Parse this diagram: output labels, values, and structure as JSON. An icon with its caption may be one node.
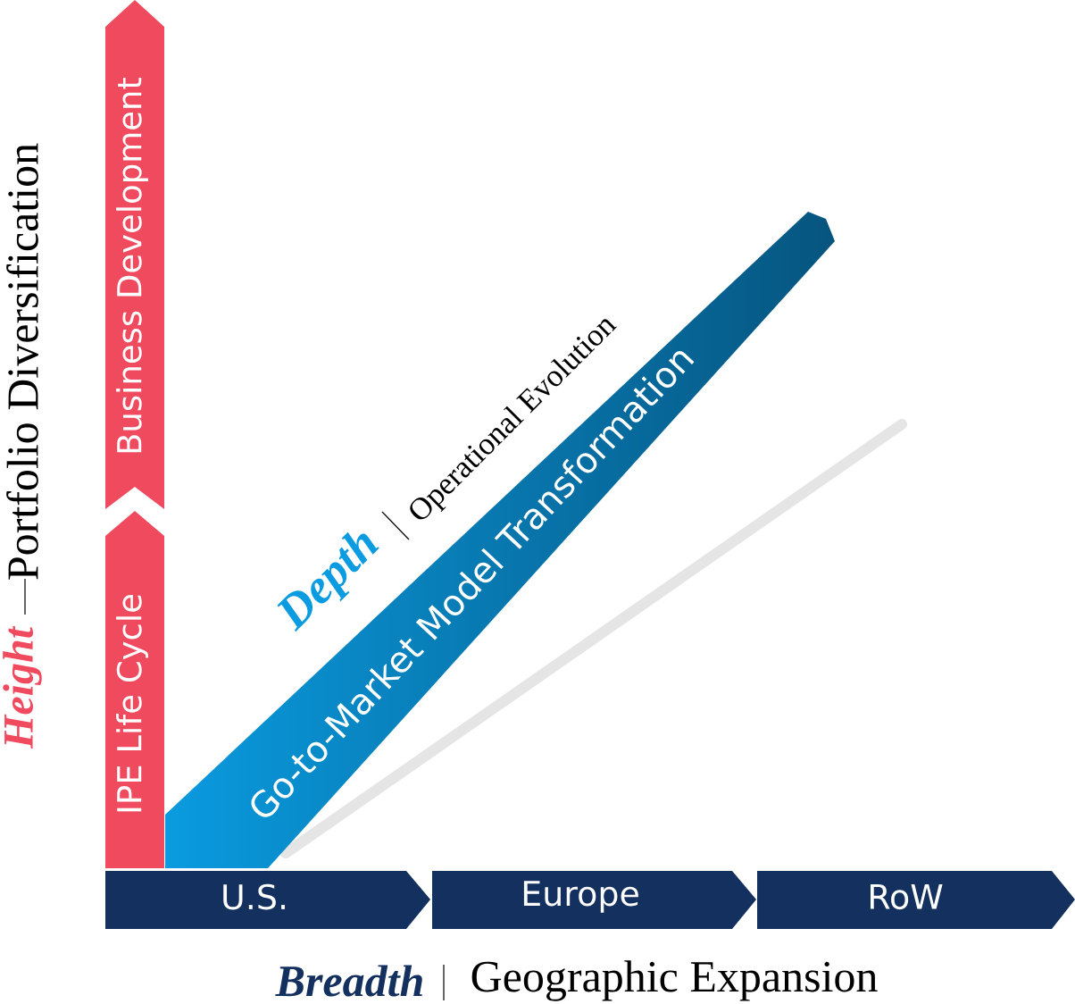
{
  "diagram": {
    "nodes": [
      {
        "text": [
          "Business Development"
        ]
      },
      {
        "text": [
          "IPE Life Cycle"
        ]
      },
      {
        "text": [
          "Go-to-Market Model Transformation"
        ]
      },
      {
        "text": [
          "U.S."
        ]
      },
      {
        "text": [
          "Europe"
        ]
      },
      {
        "text": [
          "RoW"
        ]
      }
    ],
    "labels": [
      "Height",
      "Portfolio Diversification",
      "Depth",
      "Operational Evolution",
      "Breadth",
      "Geographic Expansion"
    ]
  }
}
